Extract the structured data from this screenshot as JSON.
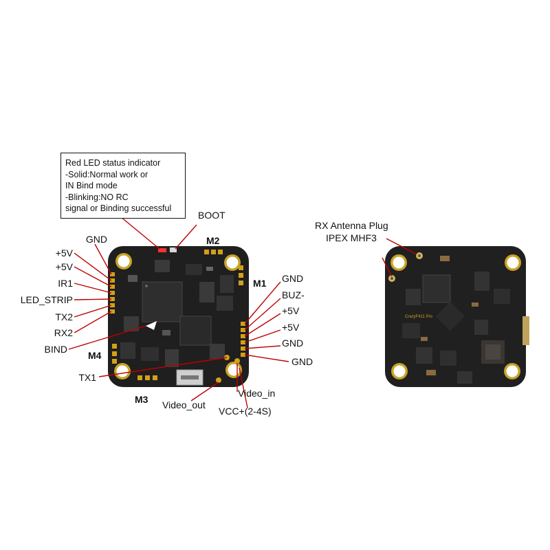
{
  "callout": {
    "lines": [
      "Red LED status indicator",
      "-Solid:Normal work or",
      "IN Bind mode",
      "-Blinking:NO RC",
      "signal or Binding successful"
    ]
  },
  "front": {
    "boot": "BOOT",
    "motors": {
      "m1": "M1",
      "m2": "M2",
      "m3": "M3",
      "m4": "M4"
    },
    "left_pads": [
      "GND",
      "+5V",
      "+5V",
      "IR1",
      "LED_STRIP",
      "TX2",
      "RX2"
    ],
    "bind": "BIND",
    "tx1": "TX1",
    "right_pads": [
      "GND",
      "BUZ-",
      "+5V",
      "+5V",
      "GND",
      "GND"
    ],
    "bottom": {
      "video_out": "Video_out",
      "video_in": "Video_in",
      "vcc": "VCC+(2-4S)"
    }
  },
  "back": {
    "antenna_line1": "RX Antenna Plug",
    "antenna_line2": "IPEX MHF3",
    "board_text": "CrazyF411 Pro"
  },
  "colors": {
    "board": "#1e1e1e",
    "pad": "#d4a017",
    "leader": "#c00000",
    "hole_ring": "#c9a227"
  }
}
